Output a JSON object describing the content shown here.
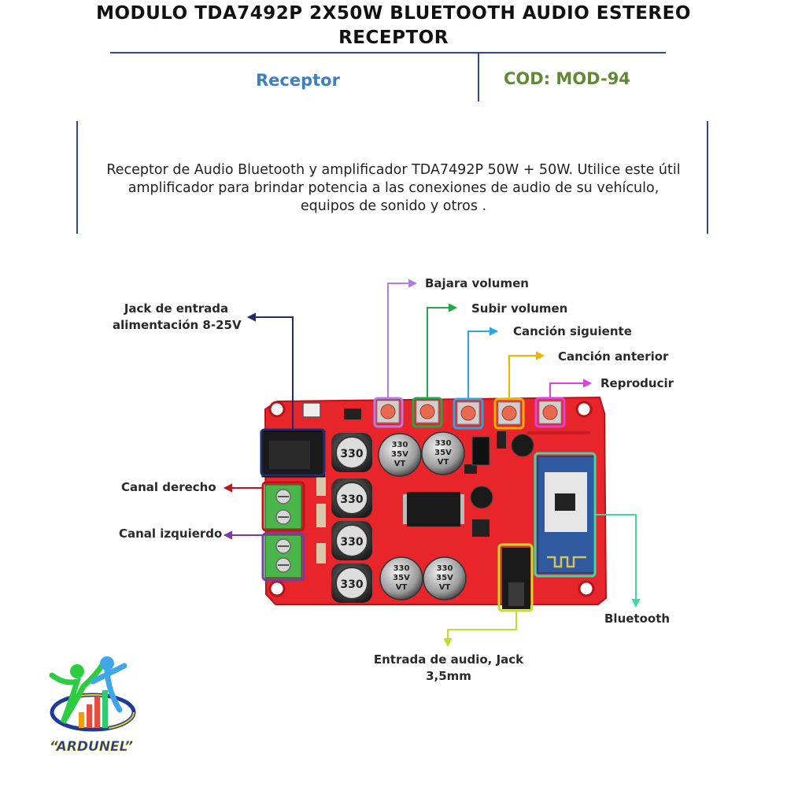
{
  "header": {
    "title_line1": "MODULO TDA7492P 2X50W BLUETOOTH AUDIO ESTEREO",
    "title_line2": "RECEPTOR",
    "category": "Receptor",
    "code": "COD: MOD-94"
  },
  "description": {
    "line1": "Receptor de Audio Bluetooth y amplificador TDA7492P 50W + 50W. Utilice este útil",
    "line2": "amplificador para brindar potencia a las conexiones de audio de su vehículo,",
    "line3": "equipos de sonido y otros ."
  },
  "callouts": {
    "power_jack_line1": "Jack de entrada",
    "power_jack_line2": "alimentación 8-25V",
    "vol_down": "Bajara volumen",
    "vol_up": "Subir volumen",
    "next_song": "Canción siguiente",
    "prev_song": "Canción anterior",
    "play": "Reproducir",
    "right_channel": "Canal derecho",
    "left_channel": "Canal izquierdo",
    "bluetooth": "Bluetooth",
    "audio_in_line1": "Entrada de audio, Jack",
    "audio_in_line2": "3,5mm"
  },
  "board_marks": {
    "inductor": "330",
    "cap_value": "330",
    "cap_voltage": "35V",
    "cap_series": "VT"
  },
  "logo": {
    "text": "“ARDUNEL”"
  },
  "colors": {
    "power_jack": "#1f2f6b",
    "vol_down": "#b57be8",
    "vol_up": "#22a84a",
    "next_song": "#2aa6e0",
    "prev_song": "#f2b200",
    "play": "#e040e0",
    "right_channel": "#c0141a",
    "left_channel": "#7a3aa8",
    "bluetooth": "#3fd9a8",
    "audio_in": "#c4dc2a",
    "board": "#e8252b"
  }
}
